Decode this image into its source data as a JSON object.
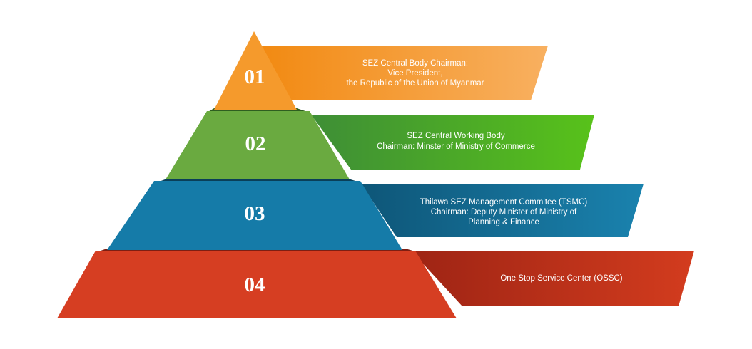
{
  "diagram": {
    "type": "pyramid",
    "levels": [
      {
        "number": "01",
        "lines": [
          "SEZ Central Body Chairman:",
          "Vice President,",
          "the Republic of the Union of Myanmar"
        ],
        "color": "#F59A2C",
        "banner_color": "#F7A84A"
      },
      {
        "number": "02",
        "lines": [
          "SEZ Central Working Body",
          "Chairman: Minster of Ministry of Commerce"
        ],
        "color": "#6AAA40",
        "banner_color": "#5BB82A"
      },
      {
        "number": "03",
        "lines": [
          "Thilawa SEZ Management Commitee (TSMC)",
          "Chairman: Deputy Minister of Ministry of",
          "Planning & Finance"
        ],
        "color": "#157BA8",
        "banner_color": "#1A7AA5"
      },
      {
        "number": "04",
        "lines": [
          "One Stop Service Center (OSSC)"
        ],
        "color": "#D63E22",
        "banner_color": "#C4351D"
      }
    ]
  }
}
